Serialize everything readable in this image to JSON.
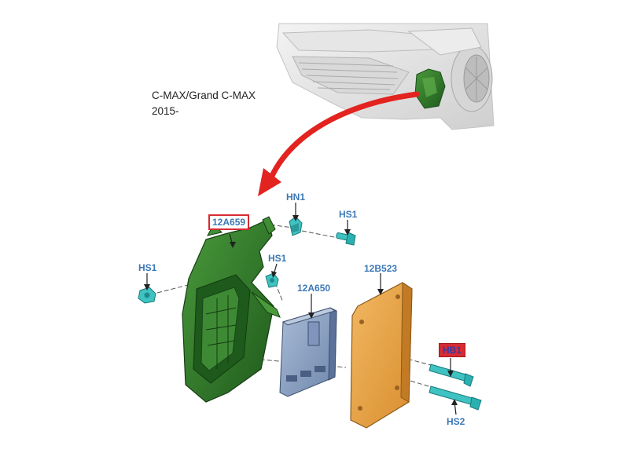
{
  "caption": {
    "model": "C-MAX/Grand C-MAX",
    "year": "2015-"
  },
  "labels": {
    "bracket": "12A659",
    "nut": "HN1",
    "screw_top": "HS1",
    "screw_mid": "HS1",
    "screw_left": "HS1",
    "module": "12A650",
    "cover": "12B523",
    "bolt_upper": "HB1",
    "bolt_lower": "HS2"
  },
  "colors": {
    "label_blue": "#3b78b6",
    "highlight_red": "#d62b33",
    "bracket_green": "#2f7a2a",
    "module_blue": "#8ea4c4",
    "cover_orange": "#e8a34a",
    "fastener_teal": "#3fc2c2",
    "arrow_red": "#e3231f"
  }
}
